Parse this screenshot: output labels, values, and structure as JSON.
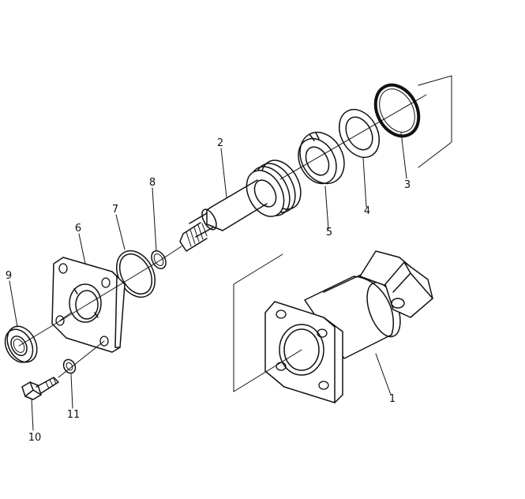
{
  "labels": {
    "p1": "1",
    "p2": "2",
    "p3": "3",
    "p4": "4",
    "p5": "5",
    "p6": "6",
    "p7": "7",
    "p8": "8",
    "p9": "9",
    "p10": "10",
    "p11": "11"
  }
}
